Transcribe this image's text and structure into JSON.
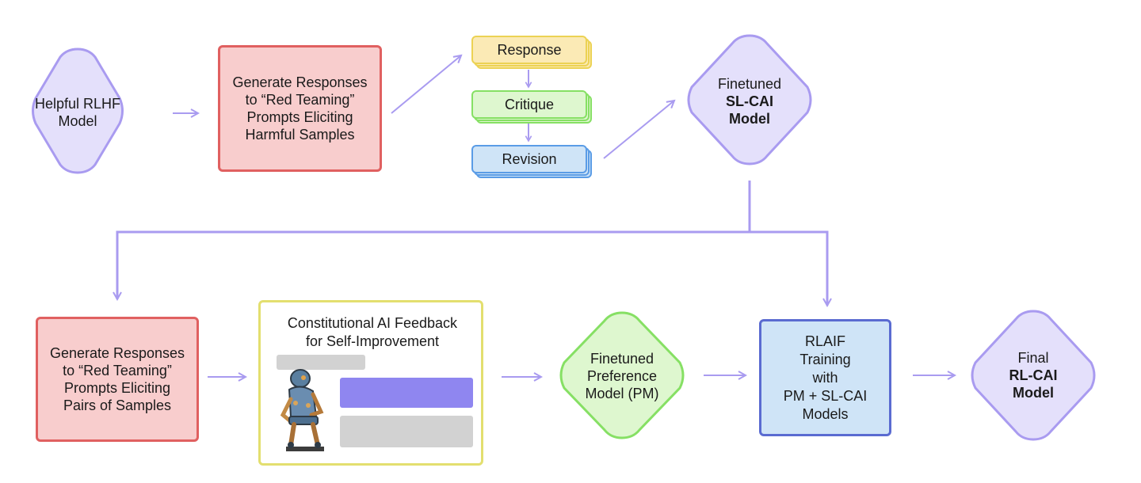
{
  "diagram": {
    "nodes": {
      "helpful_rlhf": {
        "label": "Helpful RLHF\nModel"
      },
      "gen_red_top": {
        "label": "Generate Responses\nto “Red Teaming”\nPrompts Eliciting\nHarmful Samples"
      },
      "response": {
        "label": "Response"
      },
      "critique": {
        "label": "Critique"
      },
      "revision": {
        "label": "Revision"
      },
      "sl_cai": {
        "line1": "Finetuned",
        "line2": "SL-CAI",
        "line3": "Model"
      },
      "gen_red_bottom": {
        "label": "Generate Responses\nto “Red Teaming”\nPrompts Eliciting\nPairs of Samples"
      },
      "feedback": {
        "title": "Constitutional AI Feedback\nfor Self-Improvement"
      },
      "pm": {
        "label": "Finetuned\nPreference\nModel (PM)"
      },
      "rlaif": {
        "label": "RLAIF\nTraining\nwith\nPM + SL-CAI\nModels"
      },
      "rl_cai": {
        "line1": "Final",
        "line2": "RL-CAI",
        "line3": "Model"
      }
    },
    "colors": {
      "purple_fill": "#e4e0fb",
      "purple_stroke": "#a99bf0",
      "red_fill": "#f8cdcd",
      "red_stroke": "#e06060",
      "yellow_fill": "#fbeab5",
      "yellow_stroke": "#ecd253",
      "green_fill": "#def7cf",
      "green_stroke": "#86e064",
      "blue_fill": "#cfe4f7",
      "blue_stroke": "#5a9ce6",
      "arrow": "#a99bf0",
      "chat_purple": "#8f86f0",
      "chat_gray": "#d2d2d2"
    },
    "icons": [
      "robot-thinker-image"
    ]
  }
}
